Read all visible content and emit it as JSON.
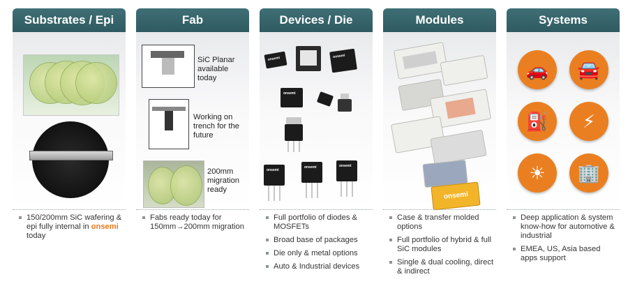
{
  "columns": [
    {
      "title": "Substrates / Epi",
      "bullet_prefix": "150/200mm SiC wafering & epi fully internal in ",
      "brand": "onsemi",
      "bullet_suffix": " today"
    },
    {
      "title": "Fab",
      "labels": [
        "SiC Planar available today",
        "Working on trench for the future",
        "200mm migration ready"
      ],
      "bullets": [
        "Fabs ready today for 150mm→200mm migration"
      ]
    },
    {
      "title": "Devices / Die",
      "bullets": [
        "Full portfolio of diodes & MOSFETs",
        "Broad base of packages",
        "Die only & metal options",
        "Auto & Industrial devices"
      ]
    },
    {
      "title": "Modules",
      "bullets": [
        "Case & transfer molded options",
        "Full portfolio of hybrid & full SiC modules",
        "Single & dual cooling, direct & indirect"
      ]
    },
    {
      "title": "Systems",
      "icons": [
        "car-icon",
        "ev-car-icon",
        "charging-station-icon",
        "power-tower-icon",
        "solar-sun-icon",
        "industrial-building-icon"
      ],
      "bullets": [
        "Deep application & system know-how for automotive & industrial",
        "EMEA, US, Asia based apps support"
      ]
    }
  ],
  "chip_brand": "onsemi",
  "colors": {
    "header": "#2f5a61",
    "accent": "#ea7f21",
    "brand": "#e8791c"
  }
}
